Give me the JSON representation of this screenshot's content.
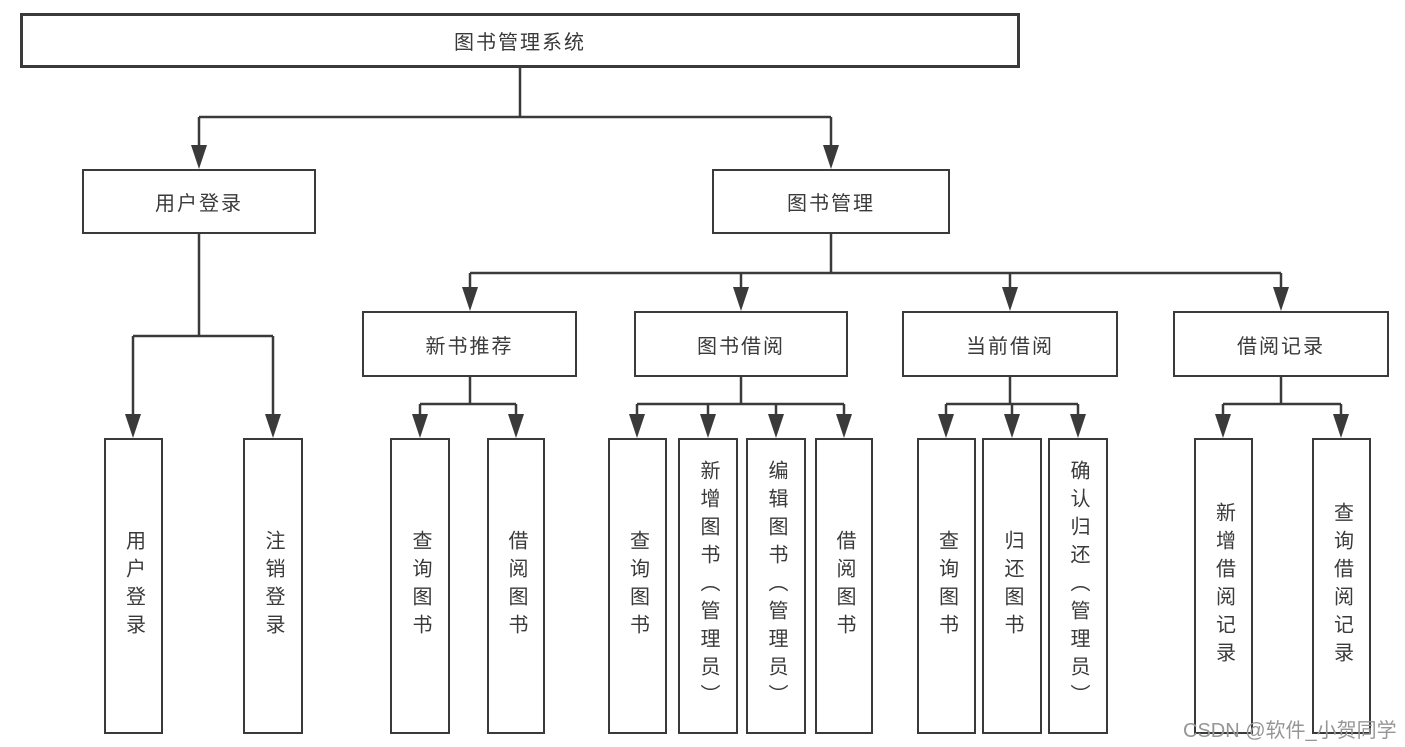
{
  "diagram": {
    "title": "图书管理系统",
    "branches": {
      "user_login": {
        "label": "用户登录",
        "children": [
          "用户登录",
          "注销登录"
        ]
      },
      "book_management": {
        "label": "图书管理",
        "sections": {
          "new_book": {
            "label": "新书推荐",
            "children": [
              "查询图书",
              "借阅图书"
            ]
          },
          "book_borrow": {
            "label": "图书借阅",
            "children": [
              "查询图书",
              "新增图书（管理员）",
              "编辑图书（管理员）",
              "借阅图书"
            ]
          },
          "current_borrow": {
            "label": "当前借阅",
            "children": [
              "查询图书",
              "归还图书",
              "确认归还（管理员）"
            ]
          },
          "borrow_record": {
            "label": "借阅记录",
            "children": [
              "新增借阅记录",
              "查询借阅记录"
            ]
          }
        }
      }
    }
  },
  "watermark": {
    "text": "CSDN @软件_小贺同学"
  },
  "colors": {
    "line": "#3a3a3a",
    "text": "#3a3a3a",
    "background": "#ffffff",
    "watermark": "#969696"
  }
}
